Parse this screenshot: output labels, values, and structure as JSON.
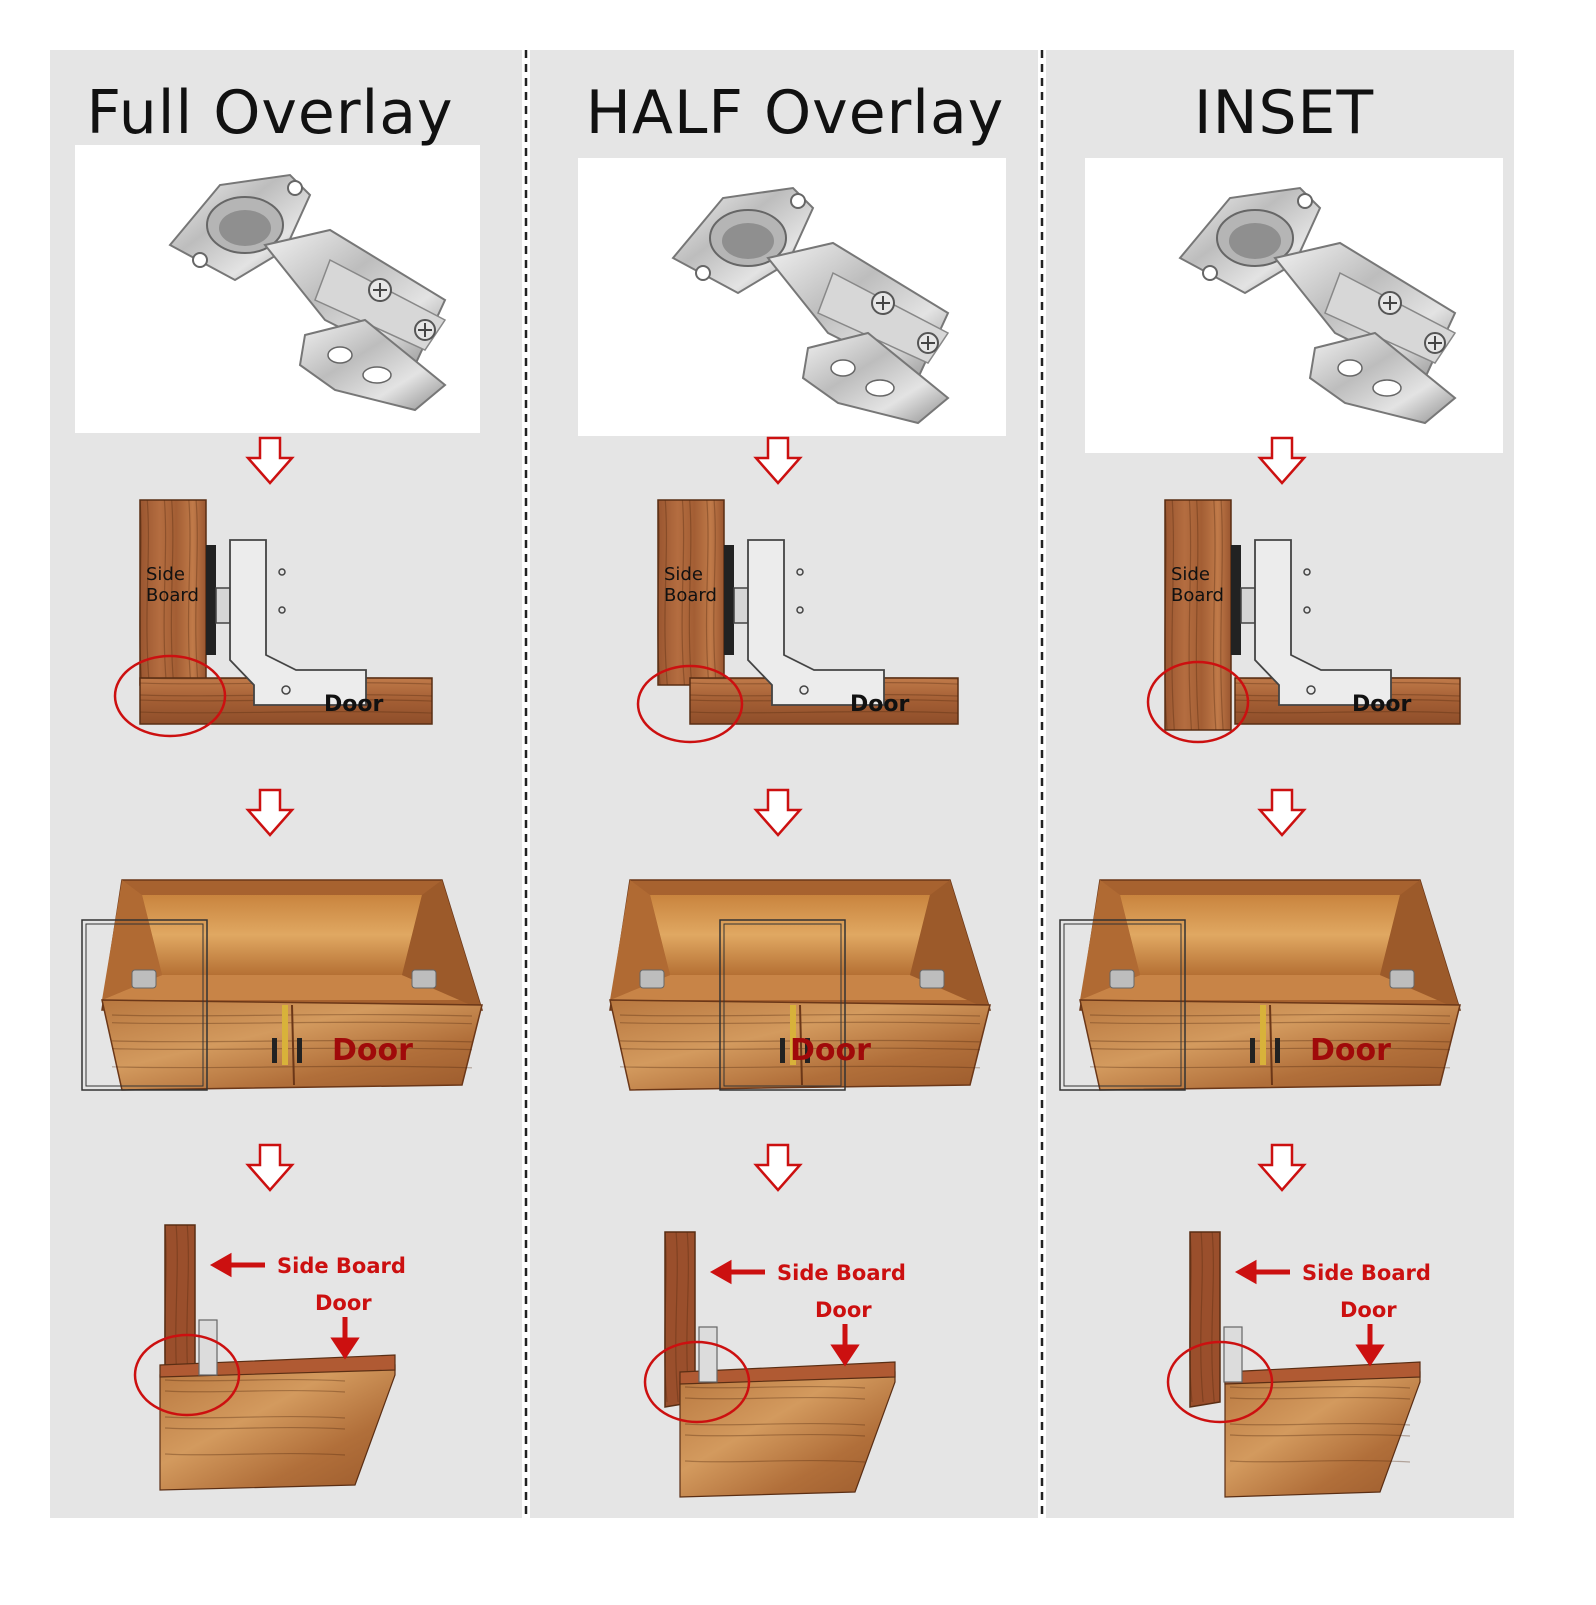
{
  "background": "#e5e5e5",
  "colors": {
    "wood_dark": "#8e4e2a",
    "wood_mid": "#b0673a",
    "wood_light": "#cf8e5a",
    "red": "#cc1010",
    "metal": "#c9c9c9",
    "metal_dark": "#6d6d6d"
  },
  "columns": [
    {
      "key": "full",
      "title": "Full Overlay",
      "side_board_lines": [
        "Side",
        "Board"
      ],
      "door_label": "Door",
      "cabinet_label": "Door",
      "side_board_arrow_label": "Side Board",
      "door_arrow_label": "Door"
    },
    {
      "key": "half",
      "title": "HALF Overlay",
      "side_board_lines": [
        "Side",
        "Board"
      ],
      "door_label": "Door",
      "cabinet_label": "Door",
      "side_board_arrow_label": "Side Board",
      "door_arrow_label": "Door"
    },
    {
      "key": "inset",
      "title": "INSET",
      "side_board_lines": [
        "Side",
        "Board"
      ],
      "door_label": "Door",
      "cabinet_label": "Door",
      "side_board_arrow_label": "Side Board",
      "door_arrow_label": "Door"
    }
  ],
  "icons": [
    "hinge-icon",
    "down-arrow-icon",
    "highlight-circle-icon",
    "left-arrow-icon"
  ]
}
